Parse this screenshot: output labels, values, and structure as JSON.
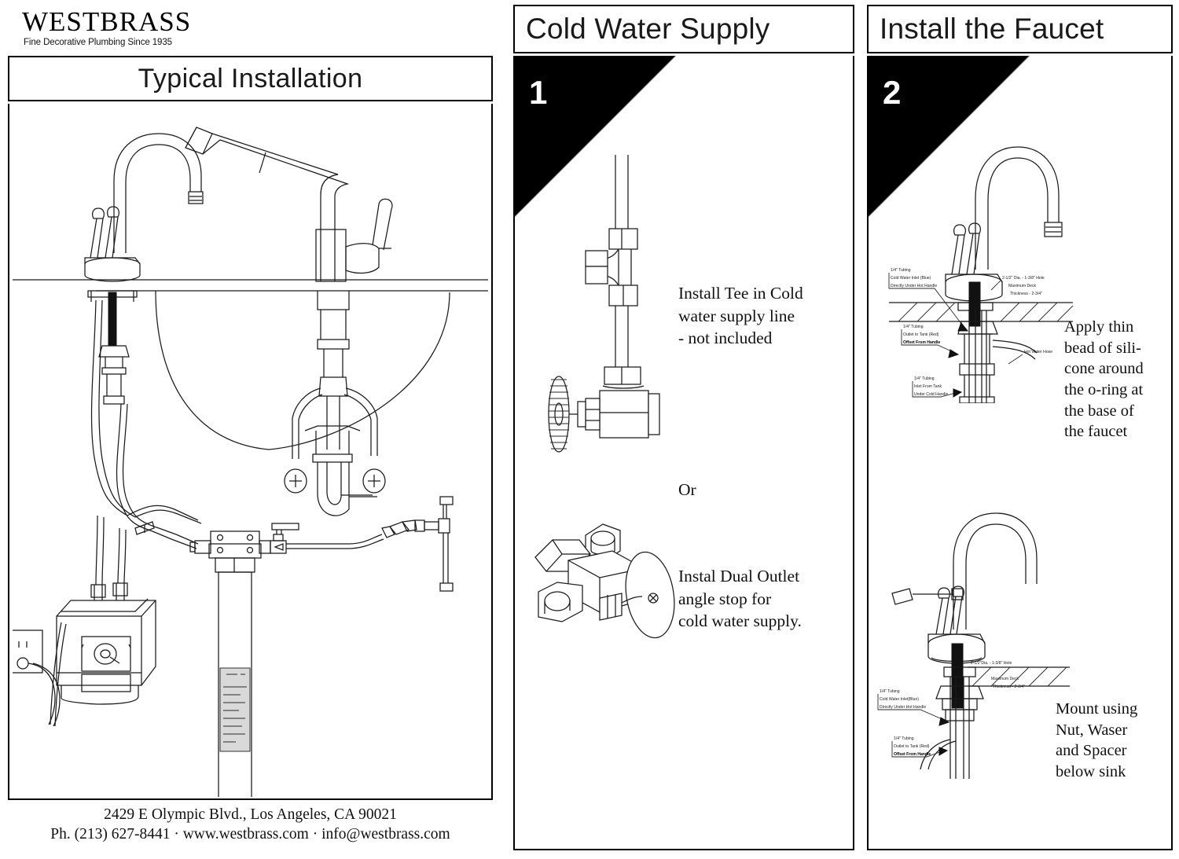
{
  "brand": {
    "name": "WESTBRASS",
    "tagline": "Fine Decorative Plumbing Since 1935"
  },
  "left_panel": {
    "title": "Typical Installation",
    "diagram_name": "typical-installation-diagram",
    "components": [
      "hot-water-dispenser-faucet",
      "kitchen-faucet-with-lever-handle",
      "sink-basin",
      "countertop-deck",
      "hot-water-tank",
      "electrical-outlet",
      "water-filter-canister",
      "p-trap-drain",
      "supply-tubing",
      "angle-stop-valves"
    ]
  },
  "footer": {
    "line1": "2429 E Olympic Blvd., Los Angeles, CA  90021",
    "line2": "Ph. (213) 627-8441 · www.westbrass.com · info@westbrass.com"
  },
  "steps": [
    {
      "number": "1",
      "heading": "Cold Water Supply",
      "instruction_1": [
        "Install Tee in Cold",
        "water supply line",
        "- not included"
      ],
      "separator": "Or",
      "instruction_2": [
        "Instal Dual Outlet",
        "angle stop for",
        "cold water supply."
      ],
      "figure_1": "tee-fitting-with-angle-stop",
      "figure_2": "dual-outlet-angle-stop"
    },
    {
      "number": "2",
      "heading": "Install the Faucet",
      "instruction_1": [
        "Apply thin",
        "bead of sili-",
        "cone around",
        "the o-ring at",
        "the base of",
        "the faucet"
      ],
      "instruction_2": [
        "Mount using",
        "Nut, Waser",
        "and Spacer",
        "below sink"
      ],
      "figure_1": "faucet-deck-mount-upper-detail",
      "figure_2": "faucet-deck-mount-lower-detail"
    }
  ],
  "callouts_upper": {
    "hole_spec_line1": "2-1/2\" Dia. - 1-3/8\" Hole",
    "hole_spec_line2": "Maximum Deck",
    "hole_spec_line3": "Thickness - 2-3/4\"",
    "hot_water_hose": "Hot Water Hose",
    "tubing_cold_line1": "1/4\" Tubing",
    "tubing_cold_line2": "Cold Water Inlet (Blue)",
    "tubing_cold_line3": "Directly Under Hot Handle",
    "tubing_outlet_line1": "1/4\" Tubing",
    "tubing_outlet_line2": "Outlet to Tank (Red)",
    "tubing_outlet_line3": "Offset From Handle",
    "tubing_inlet_line1": "1/4\" Tubing",
    "tubing_inlet_line2": "Inlet From Tank",
    "tubing_inlet_line3": "Under Cold Handle"
  },
  "callouts_lower": {
    "hole_spec_line1": "2-1/2\"Dia. - 1-3/8\" Hole",
    "hole_spec_line2": "Maximum Deck",
    "hole_spec_line3": "Thickness - 2-3/4\"",
    "tubing_cold_line1": "1/4\" Tubing",
    "tubing_cold_line2": "Cold Water Inlet(Blue)",
    "tubing_cold_line3": "Directly Under Hot Handle",
    "tubing_outlet_line1": "1/4\" Tubing",
    "tubing_outlet_line2": "Outlet to Tank (Red)",
    "tubing_outlet_line3": "Offset From Handle"
  },
  "colors": {
    "ink": "#111111",
    "badge_bg": "#000000",
    "badge_text": "#ffffff",
    "filter_label": "#d9d9d9",
    "paper": "#ffffff"
  }
}
